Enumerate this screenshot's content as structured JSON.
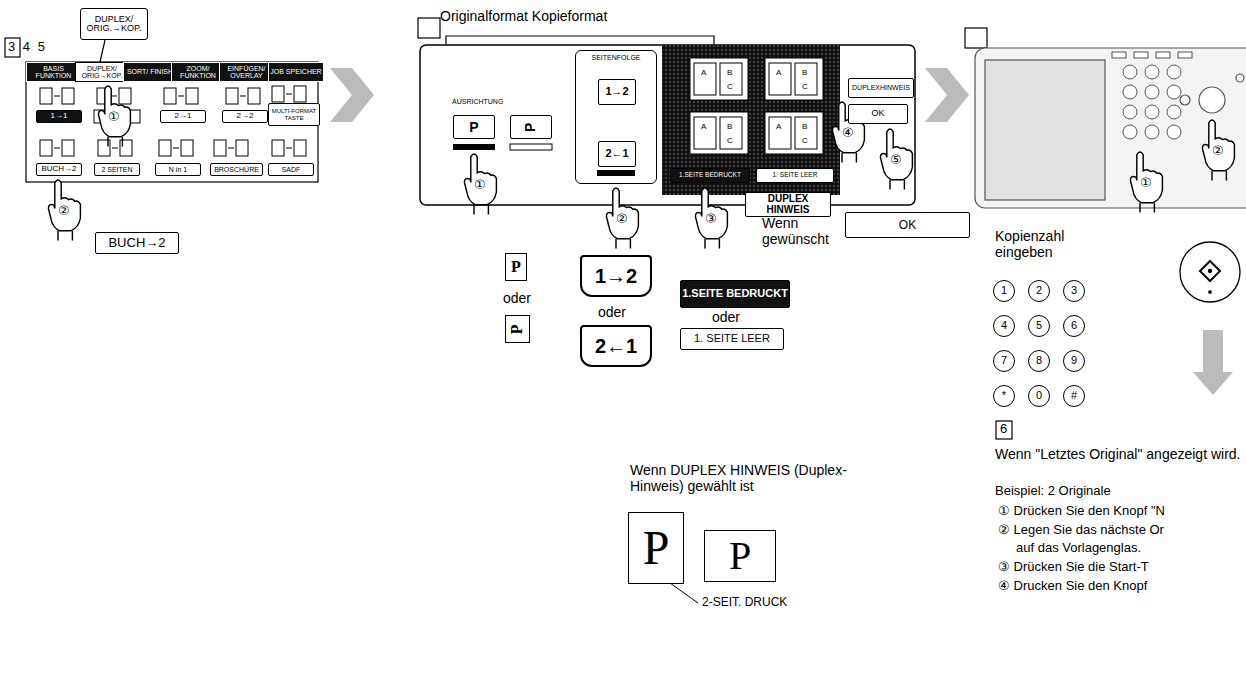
{
  "diagram": {
    "nodes": [
      {
        "text": [
          "DUPLEX/ ORIG.→KOP."
        ]
      },
      {
        "text": [
          "BASIS FUNKTION"
        ]
      },
      {
        "text": [
          "DUPLEX/ ORIG→KOP."
        ]
      },
      {
        "text": [
          "SORT/ FINISH"
        ]
      },
      {
        "text": [
          "ZOOM/ FUNKTION"
        ]
      },
      {
        "text": [
          "EINFÜGEN/ OVERLAY"
        ]
      },
      {
        "text": [
          "JOB SPEICHER"
        ]
      },
      {
        "text": [
          "1→1"
        ]
      },
      {
        "text": [
          "2→1"
        ]
      },
      {
        "text": [
          "2→2"
        ]
      },
      {
        "text": [
          "MULTI-FORMAT TASTE"
        ]
      },
      {
        "text": [
          "BUCH→2"
        ]
      },
      {
        "text": [
          "2 SEITEN"
        ]
      },
      {
        "text": [
          "N in 1"
        ]
      },
      {
        "text": [
          "BROSCHÜRE"
        ]
      },
      {
        "text": [
          "SADF"
        ]
      },
      {
        "text": [
          "BUCH→2"
        ]
      },
      {
        "text": [
          "P"
        ]
      },
      {
        "text": [
          "P"
        ]
      },
      {
        "text": [
          "SEITENFOLGE"
        ]
      },
      {
        "text": [
          "1→2"
        ],
        "in": 19
      },
      {
        "text": [
          "2←1"
        ],
        "in": 19
      },
      {
        "text": [
          "1.SEITE BEDRUCKT"
        ]
      },
      {
        "text": [
          "1. SEITE LEER"
        ]
      },
      {
        "text": [
          "DUPLEXHINWEIS"
        ]
      },
      {
        "text": [
          "OK"
        ]
      },
      {
        "text": [
          "DUPLEX HINWEIS"
        ]
      },
      {
        "text": [
          "OK"
        ]
      },
      {
        "text": [
          "P"
        ]
      },
      {
        "text": [
          "P"
        ]
      },
      {
        "text": [
          "1→2"
        ]
      },
      {
        "text": [
          "2←1"
        ]
      },
      {
        "text": [
          "1.SEITE BEDRUCKT"
        ]
      },
      {
        "text": [
          "1. SEITE LEER"
        ]
      },
      {
        "text": [
          "P"
        ]
      },
      {
        "text": [
          "P"
        ]
      },
      {
        "text": [
          "1"
        ]
      },
      {
        "text": [
          "2"
        ]
      },
      {
        "text": [
          "3"
        ]
      },
      {
        "text": [
          "4"
        ]
      },
      {
        "text": [
          "5"
        ]
      },
      {
        "text": [
          "6"
        ]
      },
      {
        "text": [
          "7"
        ]
      },
      {
        "text": [
          "8"
        ]
      },
      {
        "text": [
          "9"
        ]
      },
      {
        "text": [
          "*"
        ]
      },
      {
        "text": [
          "0"
        ]
      },
      {
        "text": [
          "#"
        ]
      }
    ],
    "labels": [
      "3 4 5",
      "①",
      "②",
      "Originalformat Kopieformat",
      "AUSRICHTUNG",
      "A",
      "B",
      "C",
      "A",
      "B",
      "C",
      "A",
      "B",
      "C",
      "A",
      "B",
      "C",
      "①",
      "②",
      "③",
      "④",
      "⑤",
      "Wenn gewünscht",
      "oder",
      "oder",
      "oder",
      "Wenn DUPLEX HINWEIS (Duplex-Hinweis) gewählt ist",
      "2-SEIT. DRUCK",
      "①",
      "②",
      "Kopienzahl eingeben",
      "6",
      "Wenn \"Letztes Original\" angezeigt wird.",
      "Beispiel: 2 Originale",
      "① Drücken Sie den Knopf \"N",
      "② Legen Sie das nächste Or",
      "auf das Vorlagenglas.",
      "③ Drücken Sie die Start-T",
      "④ Drucken Sie den Knopf"
    ]
  }
}
